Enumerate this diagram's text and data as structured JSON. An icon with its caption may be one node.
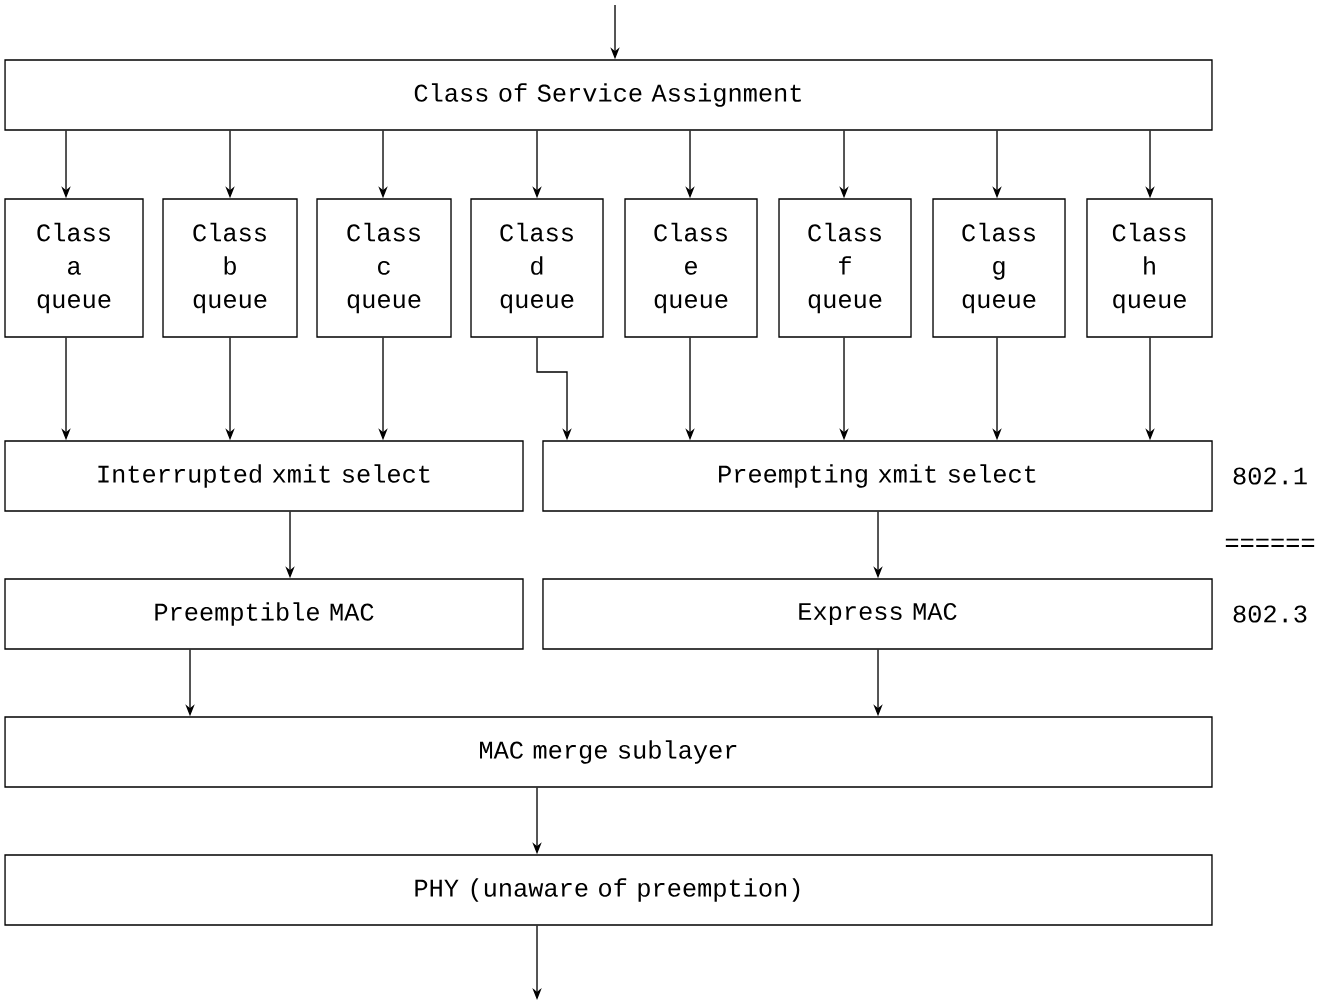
{
  "diagram": {
    "nodes": [
      {
        "text": [
          "Class of Service Assignment"
        ]
      },
      {
        "text": [
          "Class a queue"
        ]
      },
      {
        "text": [
          "Class b queue"
        ]
      },
      {
        "text": [
          "Class c queue"
        ]
      },
      {
        "text": [
          "Class d queue"
        ]
      },
      {
        "text": [
          "Class e queue"
        ]
      },
      {
        "text": [
          "Class f queue"
        ]
      },
      {
        "text": [
          "Class g queue"
        ]
      },
      {
        "text": [
          "Class h queue"
        ]
      },
      {
        "text": [
          "Interrupted xmit select"
        ]
      },
      {
        "text": [
          "Preempting xmit select"
        ]
      },
      {
        "text": [
          "Preemptible MAC"
        ]
      },
      {
        "text": [
          "Express MAC"
        ]
      },
      {
        "text": [
          "MAC merge sublayer"
        ]
      },
      {
        "text": [
          "PHY (unaware of preemption)"
        ]
      }
    ],
    "edges": [
      {
        "from": null,
        "to": 0,
        "arrow": "to"
      },
      {
        "from": 0,
        "to": 1,
        "arrow": "to"
      },
      {
        "from": 0,
        "to": 2,
        "arrow": "to"
      },
      {
        "from": 0,
        "to": 3,
        "arrow": "to"
      },
      {
        "from": 0,
        "to": 4,
        "arrow": "to"
      },
      {
        "from": 0,
        "to": 5,
        "arrow": "to"
      },
      {
        "from": 0,
        "to": 6,
        "arrow": "to"
      },
      {
        "from": 0,
        "to": 7,
        "arrow": "to"
      },
      {
        "from": 0,
        "to": 8,
        "arrow": "to"
      },
      {
        "from": 1,
        "to": 9,
        "arrow": "to"
      },
      {
        "from": 2,
        "to": 9,
        "arrow": "to"
      },
      {
        "from": 3,
        "to": 9,
        "arrow": "to"
      },
      {
        "from": 4,
        "to": 10,
        "arrow": "to"
      },
      {
        "from": 5,
        "to": 10,
        "arrow": "to"
      },
      {
        "from": 6,
        "to": 10,
        "arrow": "to"
      },
      {
        "from": 7,
        "to": 10,
        "arrow": "to"
      },
      {
        "from": 8,
        "to": 10,
        "arrow": "to"
      },
      {
        "from": 9,
        "to": 11,
        "arrow": "to"
      },
      {
        "from": 10,
        "to": 12,
        "arrow": "to"
      },
      {
        "from": 11,
        "to": 13,
        "arrow": "to"
      },
      {
        "from": 12,
        "to": 13,
        "arrow": "to"
      },
      {
        "from": 13,
        "to": 14,
        "arrow": "to"
      },
      {
        "from": 14,
        "to": null,
        "arrow": "to"
      }
    ],
    "labels": [
      "802.1",
      "======",
      "802.3"
    ]
  }
}
